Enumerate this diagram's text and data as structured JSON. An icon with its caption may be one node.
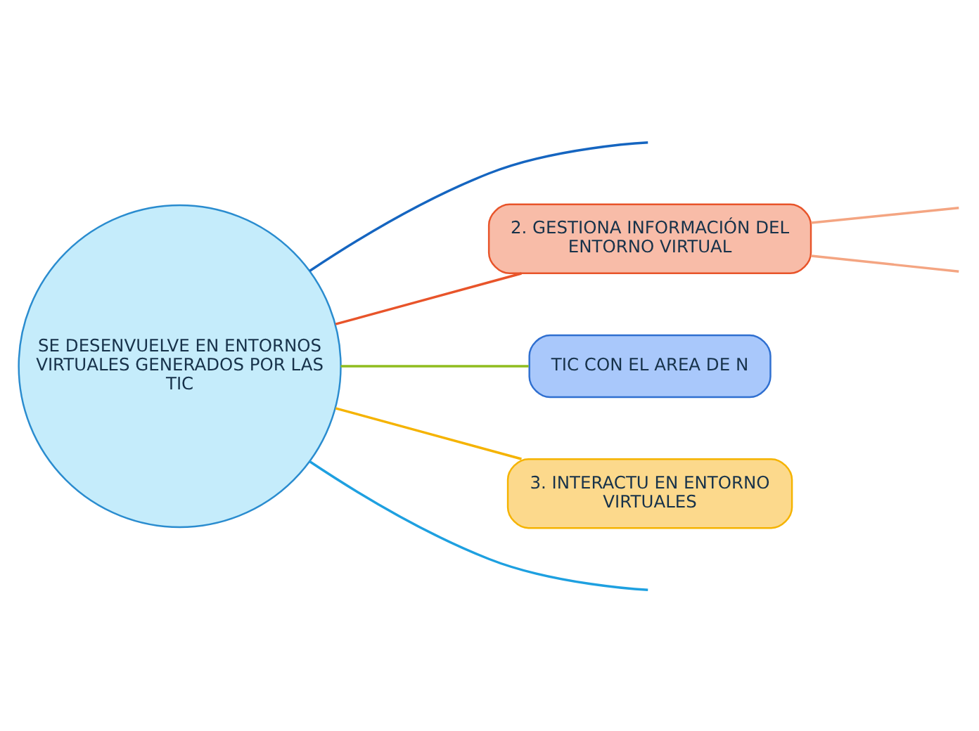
{
  "diagram": {
    "nodes": [
      {
        "text": [
          "SE DESENVUELVE EN ENTORNOS VIRTUALES GENERADOS POR LAS TIC"
        ]
      },
      {
        "text": [
          "TIC CON EL AREA DE N"
        ]
      },
      {
        "text": [
          "2. GESTIONA INFORMACIÓN DEL ENTORNO VIRTUAL"
        ]
      },
      {
        "text": [
          "3. INTERACTU EN ENTORNO VIRTUALES"
        ]
      }
    ],
    "edges": [
      {
        "from": 0,
        "to": null,
        "arrow": "none",
        "color": "#1565c0"
      },
      {
        "from": 0,
        "to": 2,
        "arrow": "none",
        "color": "#e8542a"
      },
      {
        "from": 0,
        "to": 1,
        "arrow": "none",
        "color": "#8fbc1f"
      },
      {
        "from": 0,
        "to": 3,
        "arrow": "none",
        "color": "#f5b300"
      },
      {
        "from": 0,
        "to": null,
        "arrow": "none",
        "color": "#1ea0e0"
      },
      {
        "from": 2,
        "to": null,
        "arrow": "none",
        "color": "#f4a582"
      },
      {
        "from": 2,
        "to": null,
        "arrow": "none",
        "color": "#f4a582"
      }
    ]
  }
}
